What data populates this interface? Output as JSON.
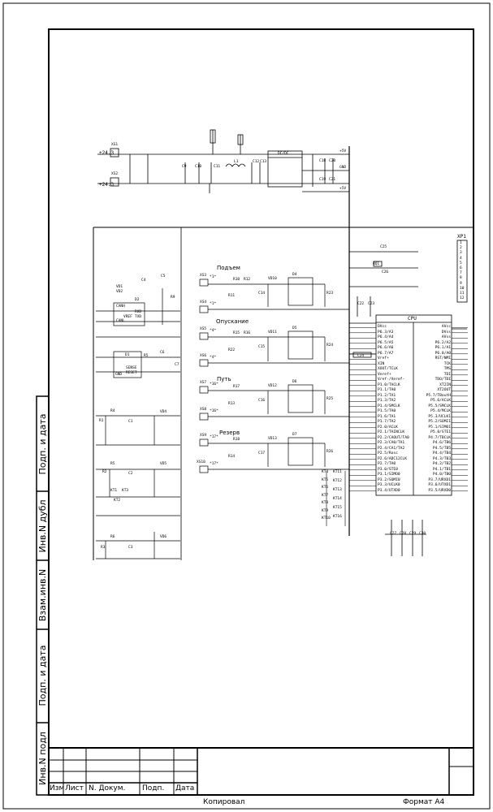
{
  "stamp": {
    "columns": [
      "Изм",
      "Лист",
      "N. Докум.",
      "Подп.",
      "Дата"
    ],
    "copied": "Копировал",
    "format": "Формат А4"
  },
  "side_strip": [
    "Инв.N подл",
    "Подп. и дата",
    "Взам.инв.N",
    "Инв.N дубл",
    "Подп. и дата"
  ],
  "sections": [
    "Подъем",
    "Опускание",
    "Путь",
    "Резерв"
  ],
  "supply": {
    "inputs": [
      "+24.3",
      "+24.3"
    ],
    "connectors": [
      "XS1",
      "XS2"
    ],
    "converter": "DC/DC",
    "parts": [
      "C9",
      "C10",
      "C11",
      "L1",
      "C12",
      "C13",
      "C18",
      "C20",
      "C19",
      "C21"
    ],
    "rails": [
      "+5V",
      "GND",
      "+5V"
    ]
  },
  "cpu": {
    "title": "CPU",
    "left_pins": [
      "DVcc",
      "P6.3/A3",
      "P6.4/A4",
      "P6.5/A5",
      "P6.6/A6",
      "P6.7/A7",
      "Vref+",
      "XIN",
      "XOUT/TCLK",
      "Veref+",
      "Vref-/Veref-",
      "P1.0/TACLK",
      "P1.1/TA0",
      "P1.2/TA1",
      "P1.3/TA2",
      "P1.4/SMCLK",
      "P1.5/TA0",
      "P1.6/TA1",
      "P1.7/TA2",
      "P2.0/ACLK",
      "P2.1/TAINCLK",
      "P2.2/CAOUT/TA0",
      "P2.3/CA0/TA1",
      "P2.4/CA1/TA2",
      "P2.5/Rosc",
      "P2.6/ADC12CLK",
      "P2.7/TA0",
      "P3.0/STE0",
      "P3.1/SIMO0",
      "P3.2/SOMI0",
      "P3.3/UCLK0",
      "P3.4/UTXD0"
    ],
    "right_pins": [
      "AVcc",
      "DVss",
      "AVss",
      "P6.2/A2",
      "P6.1/A1",
      "P6.0/A0",
      "RST/NMI",
      "TCK",
      "TMS",
      "TDI",
      "TDO/TDI",
      "XT2IN",
      "XT2OUT",
      "P5.7/TBoutH",
      "P5.6/ACLK",
      "P5.5/SMCLK",
      "P5.4/MCLK",
      "P5.3/UCLK1",
      "P5.2/SOMI1",
      "P5.1/SIMO1",
      "P5.0/STE1",
      "P4.7/TBCLK",
      "P4.6/TB6",
      "P4.5/TB5",
      "P4.4/TB4",
      "P4.3/TB3",
      "P4.2/TB2",
      "P4.1/TB1",
      "P4.0/TB0",
      "P3.7/URXD1",
      "P3.6/UTXD1",
      "P3.5/URXD0"
    ]
  },
  "connector_xp1": {
    "name": "XP1",
    "pins": [
      "1",
      "2",
      "3",
      "4",
      "5",
      "6",
      "7",
      "8",
      "9",
      "10",
      "11",
      "12"
    ]
  },
  "channels": [
    {
      "in": [
        "XS3",
        "XS4"
      ],
      "codes": [
        "*1*",
        "*1*"
      ],
      "parts": [
        "R10",
        "R11",
        "R12",
        "VD10",
        "C14",
        "R23",
        "D4"
      ]
    },
    {
      "in": [
        "XS5",
        "XS6"
      ],
      "codes": [
        "*4*",
        "*4*"
      ],
      "parts": [
        "R15",
        "R16",
        "R22",
        "VD11",
        "C15",
        "R24",
        "D5"
      ]
    },
    {
      "in": [
        "XS7",
        "XS8"
      ],
      "codes": [
        "*16*",
        "*16*"
      ],
      "parts": [
        "R17",
        "R13",
        "VD12",
        "C16",
        "R25",
        "D6"
      ]
    },
    {
      "in": [
        "XS9",
        "XS10"
      ],
      "codes": [
        "*17*",
        "*17*"
      ],
      "parts": [
        "R18",
        "R14",
        "VD13",
        "C17",
        "R26",
        "D7"
      ]
    }
  ],
  "left_blocks": {
    "can": [
      "CANH",
      "CANL",
      "VREF",
      "RXD",
      "TXD",
      "D2",
      "R9",
      "C4",
      "C5",
      "VD1",
      "VD2"
    ],
    "rs485": [
      "D1",
      "R5",
      "C6",
      "C7",
      "SENSE",
      "RESET",
      "GND"
    ],
    "misc": [
      "R1",
      "R2",
      "R3",
      "R4",
      "R5",
      "R6",
      "C1",
      "C2",
      "C3",
      "VD4",
      "VD5",
      "VD6",
      "KT1",
      "KT2",
      "KT3"
    ]
  },
  "terminals": [
    "KT4",
    "KT5",
    "KT6",
    "KT7",
    "KT8",
    "KT9",
    "KT10",
    "KT11",
    "KT12",
    "KT13",
    "KT14",
    "KT15",
    "KT16"
  ],
  "quartz": {
    "parts": [
      "C25",
      "BQ1",
      "C26",
      "C22",
      "C23",
      "C24"
    ]
  },
  "decoupling": [
    "C27",
    "C28",
    "C29",
    "C30"
  ]
}
